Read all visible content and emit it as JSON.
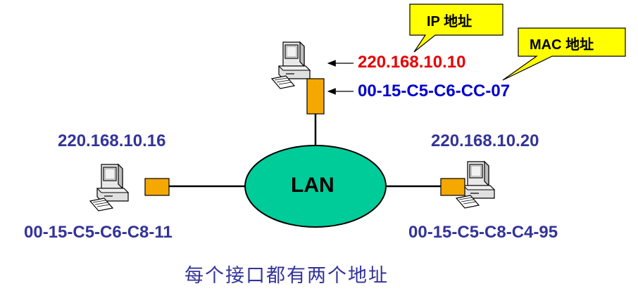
{
  "colors": {
    "ip_highlight": "#e60000",
    "mac_highlight": "#0000cc",
    "label": "#333399",
    "lan_fill": "#00cc99",
    "callout_fill": "#ffff00",
    "interface_fill": "#f5a800",
    "caption": "#333399"
  },
  "callouts": {
    "ip": "IP 地址",
    "mac": "MAC 地址"
  },
  "top_host": {
    "ip": "220.168.10.10",
    "mac": "00-15-C5-C6-CC-07",
    "icon": "computer-icon"
  },
  "left_host": {
    "ip": "220.168.10.16",
    "mac": "00-15-C5-C6-C8-11",
    "icon": "computer-icon"
  },
  "right_host": {
    "ip": "220.168.10.20",
    "mac": "00-15-C5-C8-C4-95",
    "icon": "computer-icon"
  },
  "lan_label": "LAN",
  "caption": "每个接口都有两个地址"
}
